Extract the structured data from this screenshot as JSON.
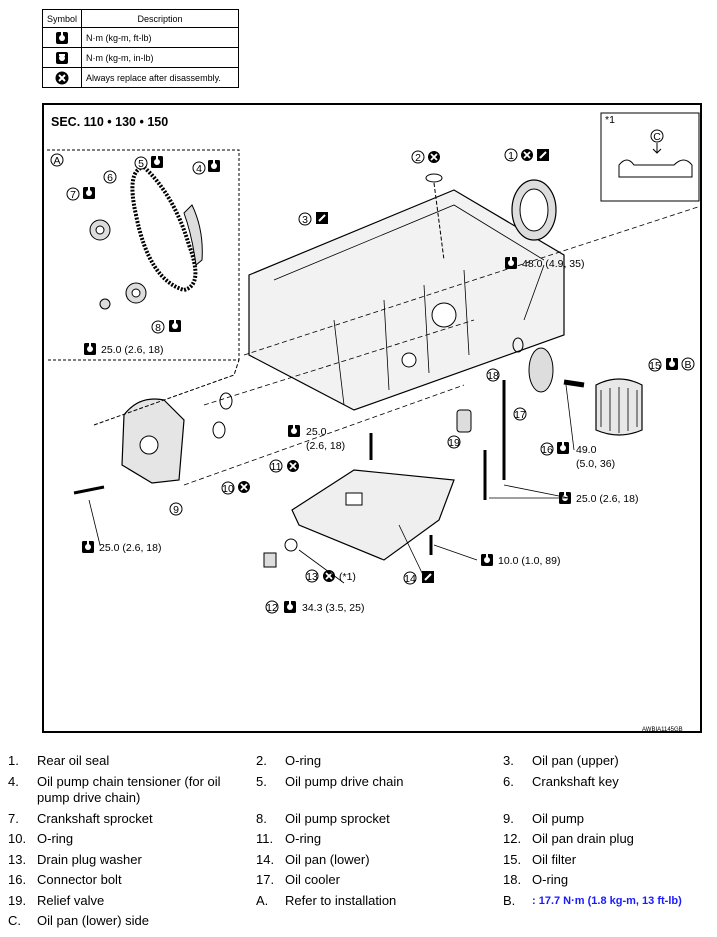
{
  "legend": {
    "header_symbol": "Symbol",
    "header_description": "Description",
    "rows": [
      {
        "icon": "torque-wrench-icon",
        "description": "N·m (kg-m, ft-lb)"
      },
      {
        "icon": "torque-wrench-small-icon",
        "description": "N·m (kg-m, in-lb)"
      },
      {
        "icon": "always-replace-icon",
        "description": "Always replace after disassembly."
      }
    ]
  },
  "diagram": {
    "section": "SEC. 110 • 130 • 150",
    "code": "AWBIA1145GB",
    "detail_ref": "*1",
    "callouts": [
      "1",
      "2",
      "3",
      "4",
      "5",
      "6",
      "7",
      "8",
      "9",
      "10",
      "11",
      "12",
      "13",
      "14",
      "15",
      "16",
      "17",
      "18",
      "19"
    ],
    "letters": {
      "a": "A",
      "b": "B",
      "c": "C"
    },
    "torques": {
      "t_a": "25.0 (2.6, 18)",
      "t_48": "48.0 (4.9, 35)",
      "t_mid_1": "25.0",
      "t_mid_2": "(2.6, 18)",
      "t_49_1": "49.0",
      "t_49_2": "(5.0, 36)",
      "t_bolts": "25.0 (2.6, 18)",
      "t_pump": "25.0 (2.6, 18)",
      "t_10": "10.0 (1.0, 89)",
      "t_34": "34.3 (3.5, 25)",
      "note_13": "(*1)"
    }
  },
  "parts": [
    {
      "num": "1.",
      "name": "Rear oil seal"
    },
    {
      "num": "2.",
      "name": "O-ring"
    },
    {
      "num": "3.",
      "name": "Oil pan (upper)"
    },
    {
      "num": "4.",
      "name": "Oil pump chain tensioner (for oil pump drive chain)"
    },
    {
      "num": "5.",
      "name": "Oil pump drive chain"
    },
    {
      "num": "6.",
      "name": "Crankshaft key"
    },
    {
      "num": "7.",
      "name": "Crankshaft sprocket"
    },
    {
      "num": "8.",
      "name": "Oil pump sprocket"
    },
    {
      "num": "9.",
      "name": "Oil pump"
    },
    {
      "num": "10.",
      "name": "O-ring"
    },
    {
      "num": "11.",
      "name": "O-ring"
    },
    {
      "num": "12.",
      "name": "Oil pan drain plug"
    },
    {
      "num": "13.",
      "name": "Drain plug washer"
    },
    {
      "num": "14.",
      "name": "Oil pan (lower)"
    },
    {
      "num": "15.",
      "name": "Oil filter"
    },
    {
      "num": "16.",
      "name": "Connector bolt"
    },
    {
      "num": "17.",
      "name": "Oil cooler"
    },
    {
      "num": "18.",
      "name": "O-ring"
    },
    {
      "num": "19.",
      "name": "Relief valve"
    },
    {
      "num": "A.",
      "name": "Refer to installation"
    },
    {
      "num": "B.",
      "name": ": 17.7 N·m (1.8 kg-m, 13 ft-lb)"
    },
    {
      "num": "C.",
      "name": "Oil pan (lower) side"
    }
  ],
  "colors": {
    "highlight": "#1a1aff"
  }
}
